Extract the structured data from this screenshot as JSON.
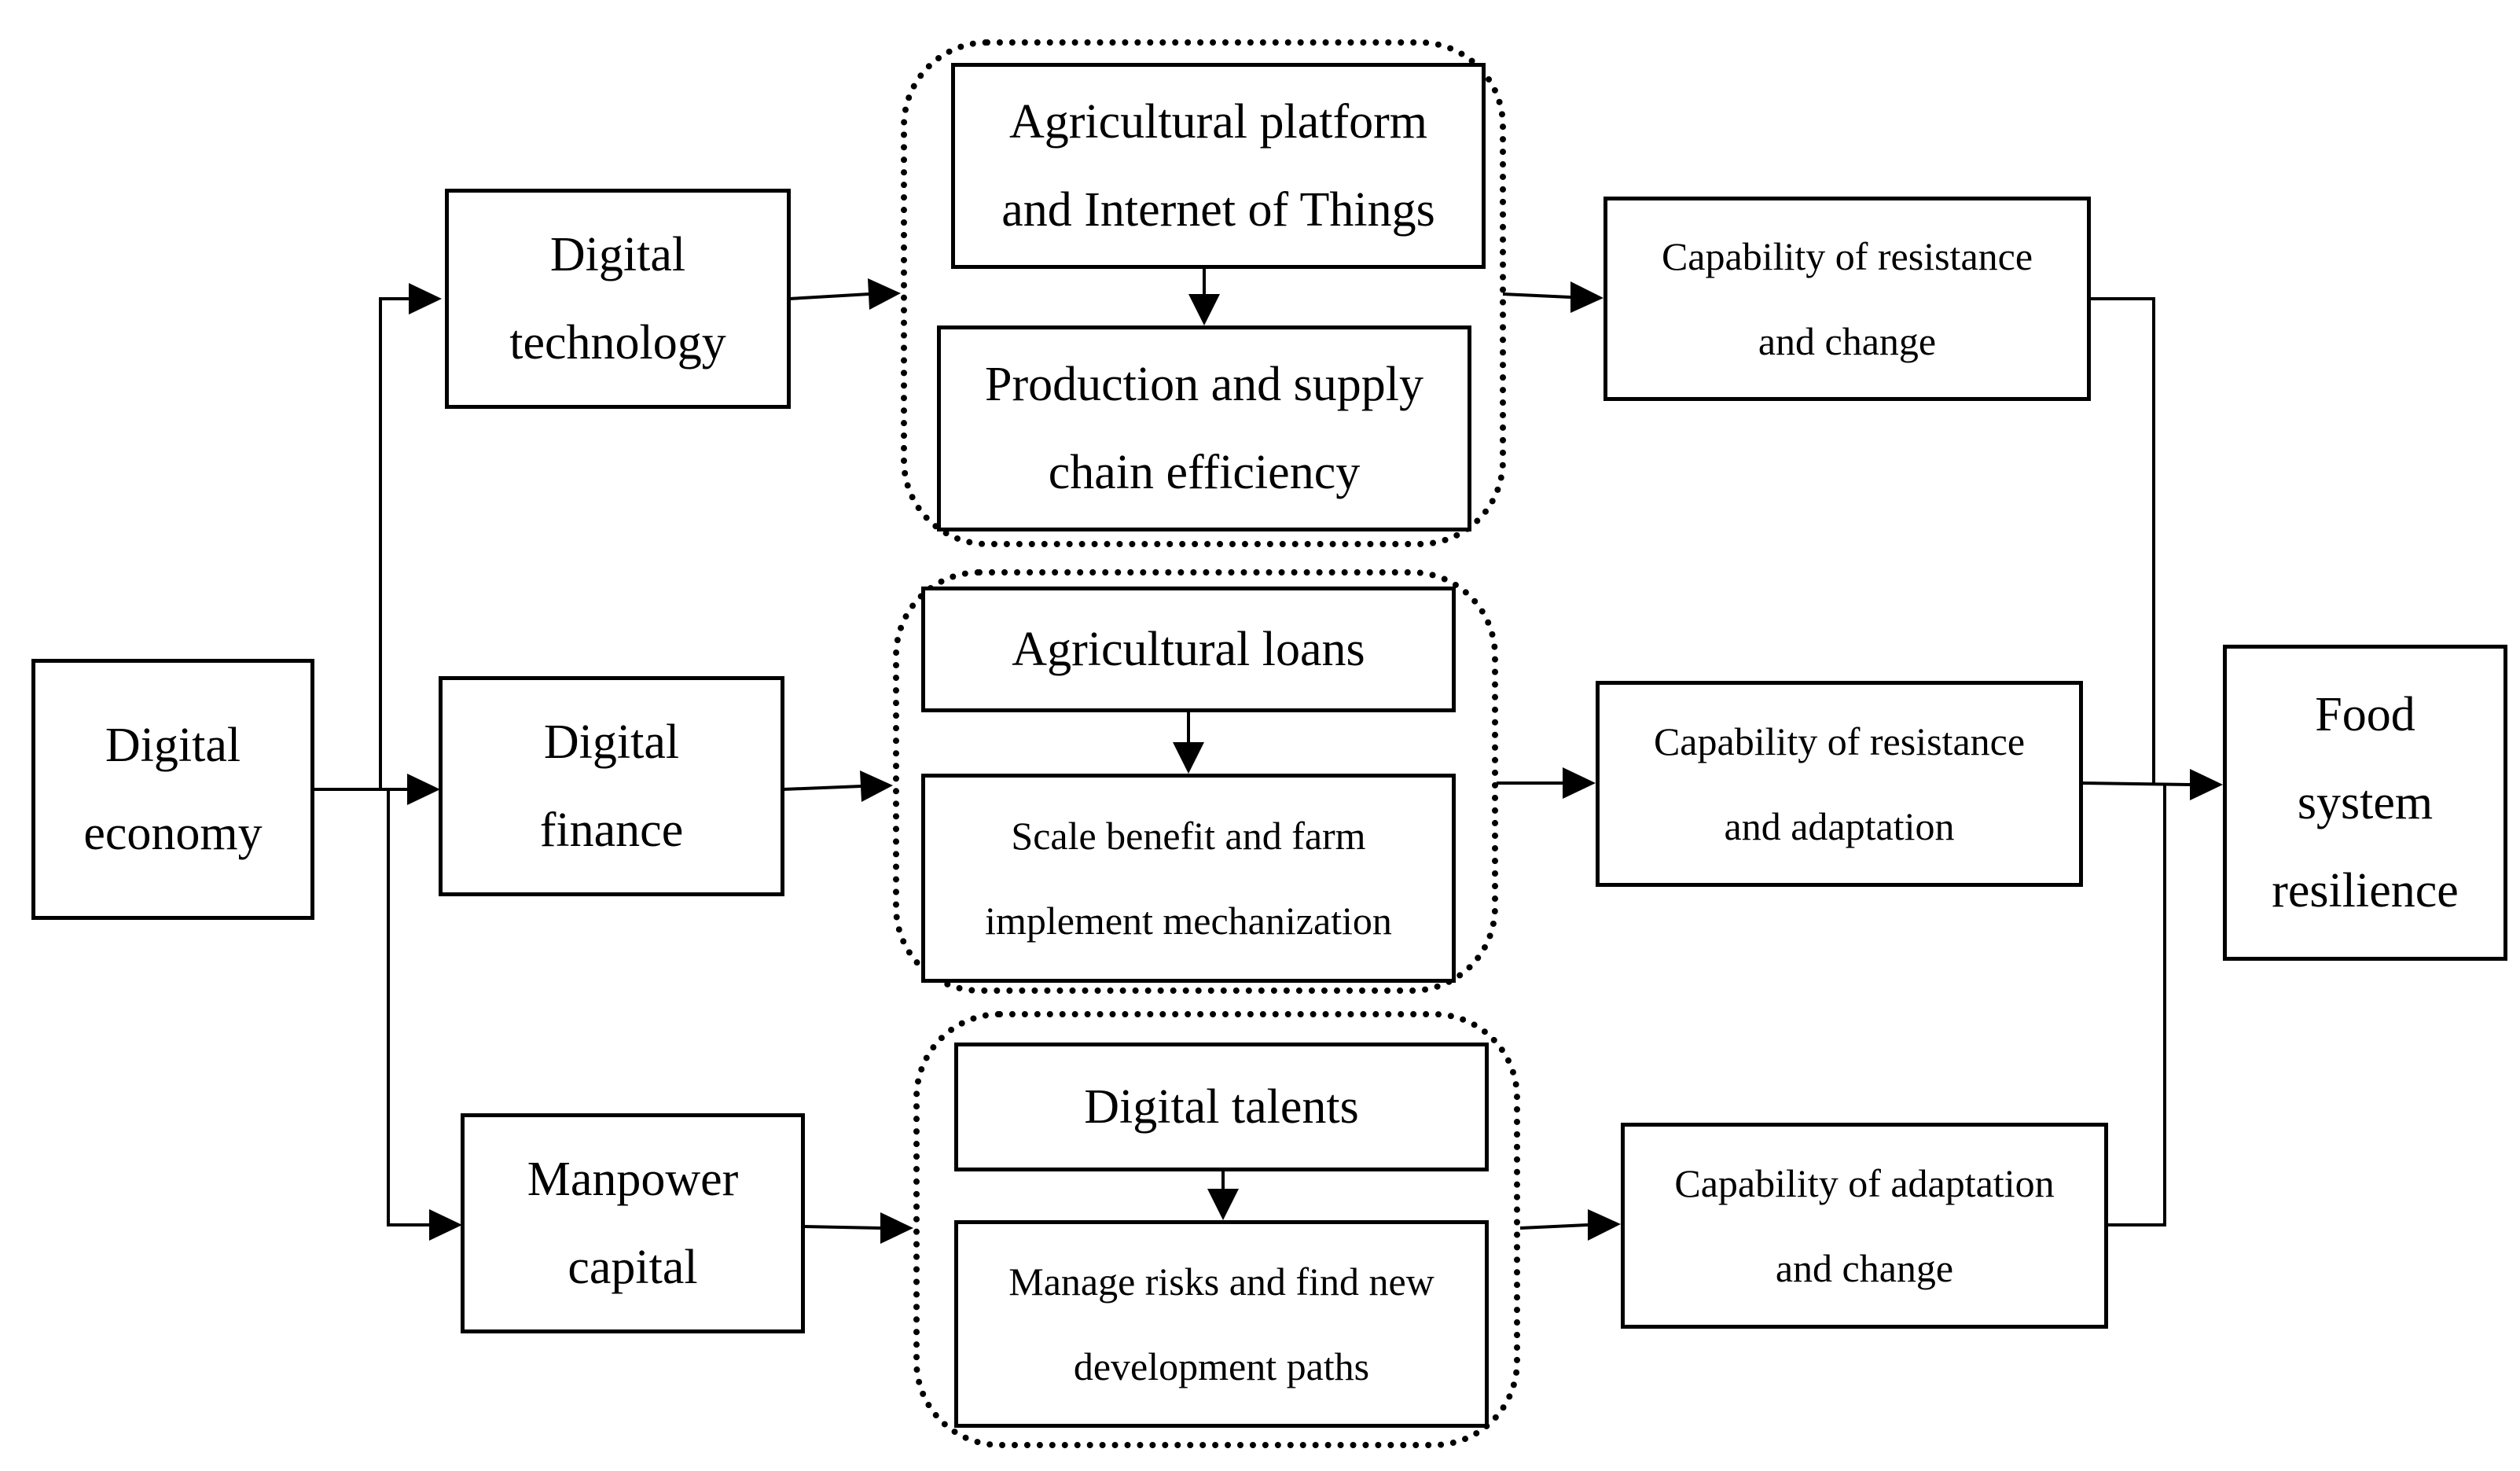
{
  "nodes": {
    "digital_economy": "Digital\neconomy",
    "digital_technology": "Digital\ntechnology",
    "digital_finance": "Digital\nfinance",
    "manpower_capital": "Manpower\ncapital",
    "agri_platform": "Agricultural platform\nand Internet of Things",
    "production_supply": "Production and supply\nchain efficiency",
    "agri_loans": "Agricultural loans",
    "scale_benefit": "Scale benefit and farm\nimplement mechanization",
    "digital_talents": "Digital talents",
    "manage_risks": "Manage risks and find new\ndevelopment paths",
    "cap_resistance_change": "Capability of resistance\nand change",
    "cap_resistance_adaptation": "Capability of resistance\nand adaptation",
    "cap_adaptation_change": "Capability of adaptation\nand change",
    "food_system_resilience": "Food\nsystem\nresilience"
  }
}
